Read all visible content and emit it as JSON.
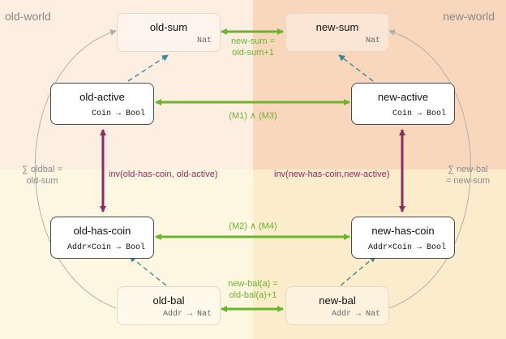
{
  "regions": {
    "old_world": "old-world",
    "new_world": "new-world"
  },
  "boxes": {
    "old_sum": {
      "name": "old-sum",
      "type": "Nat"
    },
    "new_sum": {
      "name": "new-sum",
      "type": "Nat"
    },
    "old_active": {
      "name": "old-active",
      "type": "Coin → Bool"
    },
    "new_active": {
      "name": "new-active",
      "type": "Coin → Bool"
    },
    "old_has_coin": {
      "name": "old-has-coin",
      "type": "Addr×Coin → Bool"
    },
    "new_has_coin": {
      "name": "new-has-coin",
      "type": "Addr×Coin → Bool"
    },
    "old_bal": {
      "name": "old-bal",
      "type": "Addr → Nat"
    },
    "new_bal": {
      "name": "new-bal",
      "type": "Addr → Nat"
    }
  },
  "relations": {
    "sum_link": [
      "new-sum =",
      "old-sum+1"
    ],
    "active_link": "(M1) ∧ (M3)",
    "has_coin_link": "(M2) ∧ (M4)",
    "bal_link": [
      "new-bal(a) =",
      "old-bal(a)+1"
    ],
    "old_inv": "inv(old-has-coin, old-active)",
    "new_inv": "inv(new-has-coin,new-active)",
    "old_sum_note": [
      "∑ oldbal =",
      "old-sum"
    ],
    "new_sum_note": [
      "∑ new-bal",
      "= new-sum"
    ]
  },
  "colors": {
    "green": "#6ab42e",
    "purple": "#8e2a64",
    "teal_dashed": "#3a8a96",
    "gray": "#b0b0b0"
  }
}
